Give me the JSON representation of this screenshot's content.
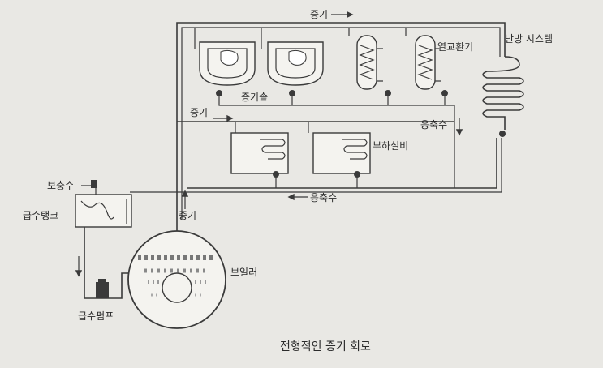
{
  "colors": {
    "background": "#e9e8e4",
    "line": "#3a3a3a"
  },
  "labels": {
    "steam_top": "증기",
    "steam_pot": "증기솥",
    "heat_exchanger": "열교환기",
    "heating_system": "난방 시스템",
    "steam_mid": "증기",
    "condensate_right": "응축수",
    "load_equipment": "부하설비",
    "condensate_bottom": "응축수",
    "makeup_water": "보충수",
    "feed_tank": "급수탱크",
    "steam_boiler": "증기",
    "boiler": "보일러",
    "feed_pump": "급수펌프",
    "caption": "전형적인 증기 회로"
  }
}
